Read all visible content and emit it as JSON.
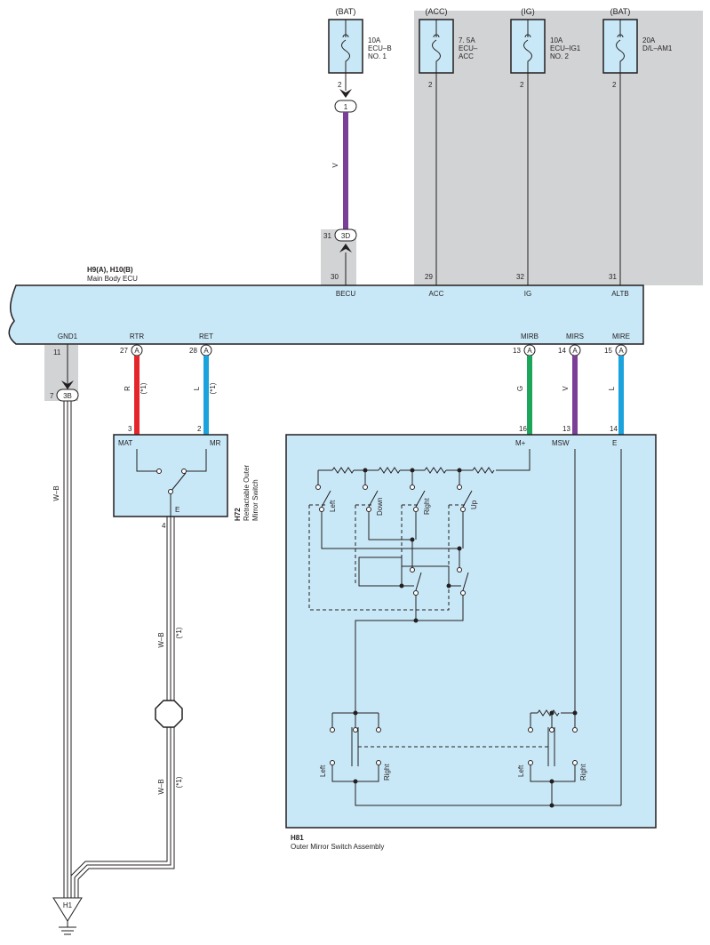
{
  "colors": {
    "wire_V": "#7c3f98",
    "wire_R": "#e52629",
    "wire_L": "#1ba3dd",
    "wire_G": "#1ba65a",
    "component_fill": "#c9e8f7",
    "shade": "#d2d3d5"
  },
  "fuses": [
    {
      "source": "(BAT)",
      "line1": "10A",
      "line2": "ECU–B",
      "line3": "NO. 1",
      "pin": "2"
    },
    {
      "source": "(ACC)",
      "line1": "7. 5A",
      "line2": "ECU–",
      "line3": "ACC",
      "pin": "2"
    },
    {
      "source": "(IG)",
      "line1": "10A",
      "line2": "ECU–IG1",
      "line3": "NO. 2",
      "pin": "2"
    },
    {
      "source": "(BAT)",
      "line1": "20A",
      "line2": "D/L–AM1",
      "line3": "",
      "pin": "2"
    }
  ],
  "junction_top": {
    "label": "1"
  },
  "wire_labels": {
    "v_top": "V",
    "r": "R",
    "l_ret": "L",
    "g": "G",
    "v_mirs": "V",
    "l_mire": "L",
    "wb_ground": "W–B",
    "wb_1": "W–B",
    "wb_2": "W–B",
    "note1": "(*1)",
    "note2": "(*1)",
    "note3": "(*1)",
    "note4": "(*1)"
  },
  "connector_31_3d": {
    "pin": "31",
    "label": "3D"
  },
  "connector_7_3b": {
    "pin": "7",
    "label": "3B"
  },
  "ecu": {
    "code": "H9(A), H10(B)",
    "name": "Main Body ECU",
    "top_terminals": [
      {
        "pin": "30",
        "name": "BECU"
      },
      {
        "pin": "29",
        "name": "ACC"
      },
      {
        "pin": "32",
        "name": "IG"
      },
      {
        "pin": "31",
        "name": "ALTB"
      }
    ],
    "bottom_terminals": [
      {
        "pin": "11",
        "name": "GND1",
        "conn": ""
      },
      {
        "pin": "27",
        "name": "RTR",
        "conn": "A"
      },
      {
        "pin": "28",
        "name": "RET",
        "conn": "A"
      },
      {
        "pin": "13",
        "name": "MIRB",
        "conn": "A"
      },
      {
        "pin": "14",
        "name": "MIRS",
        "conn": "A"
      },
      {
        "pin": "15",
        "name": "MIRE",
        "conn": "A"
      }
    ]
  },
  "h72": {
    "code": "H72",
    "name1": "Retractable Outer",
    "name2": "Mirror Switch",
    "pin_mat": "3",
    "mat": "MAT",
    "pin_mr": "2",
    "mr": "MR",
    "e": "E",
    "pin_e": "4"
  },
  "h81": {
    "code": "H81",
    "name": "Outer Mirror Switch Assembly",
    "pin_mplus": "16",
    "mplus": "M+",
    "pin_msw": "13",
    "msw": "MSW",
    "pin_e": "14",
    "e": "E",
    "dir_switches": [
      "Left",
      "Down",
      "Right",
      "Up"
    ],
    "select_left": {
      "a": "Left",
      "b": "Right"
    },
    "select_right": {
      "a": "Left",
      "b": "Right"
    }
  },
  "ground": {
    "label": "H1"
  }
}
